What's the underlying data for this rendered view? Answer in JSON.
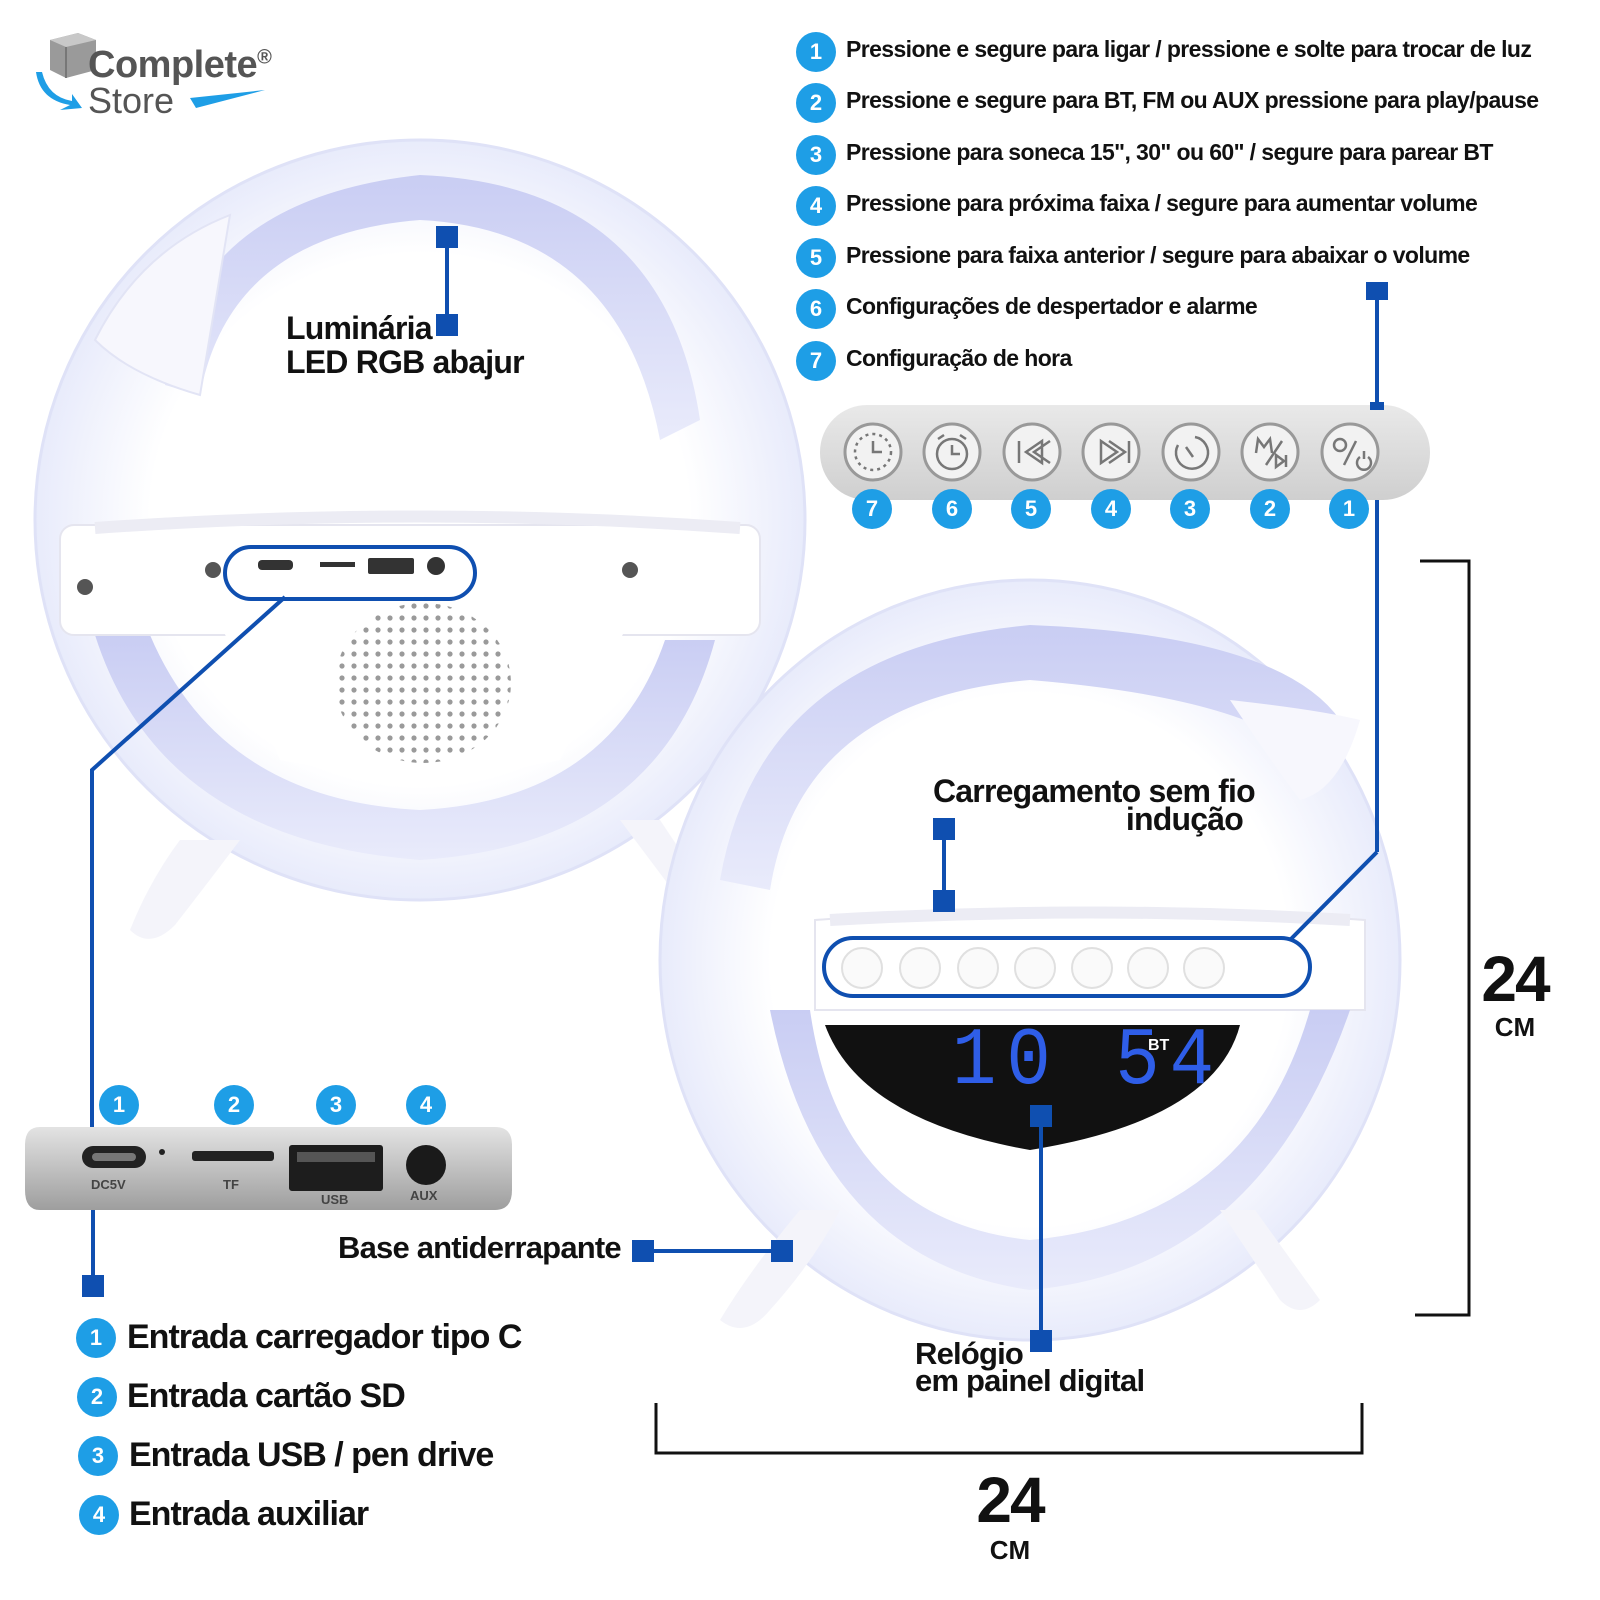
{
  "brand": {
    "name_line1": "Complete",
    "name_line2": "Store",
    "registered_mark": "®"
  },
  "colors": {
    "accent_blue": "#1e9ee6",
    "line_blue": "#0f4fb0",
    "display_blue": "#2f5ee8"
  },
  "button_instructions": [
    {
      "number": "1",
      "text": "Pressione e segure para ligar / pressione e solte para trocar de luz"
    },
    {
      "number": "2",
      "text": "Pressione e segure para BT, FM ou AUX pressione para play/pause"
    },
    {
      "number": "3",
      "text": "Pressione para soneca 15\", 30\" ou 60\" / segure para parear BT"
    },
    {
      "number": "4",
      "text": "Pressione para próxima faixa / segure para aumentar volume"
    },
    {
      "number": "5",
      "text": "Pressione para faixa anterior / segure para abaixar o volume"
    },
    {
      "number": "6",
      "text": "Configurações de despertador e alarme"
    },
    {
      "number": "7",
      "text": "Configuração de hora"
    }
  ],
  "button_panel": {
    "numbers": [
      "7",
      "6",
      "5",
      "4",
      "3",
      "2",
      "1"
    ],
    "icons": [
      "clock-icon",
      "alarm-clock-icon",
      "previous-track-icon",
      "next-track-icon",
      "snooze-timer-icon",
      "mode-play-pause-icon",
      "light-power-icon"
    ]
  },
  "callouts": {
    "lamp_line1": "Luminária",
    "lamp_line2": "LED RGB abajur",
    "wireless_line1": "Carregamento sem fio",
    "wireless_line2": "indução",
    "base": "Base antiderrapante",
    "clock_line1": "Relógio",
    "clock_line2": "em painel digital"
  },
  "ports_panel": {
    "numbers": [
      "1",
      "2",
      "3",
      "4"
    ],
    "port_labels": [
      "DC5V",
      "TF",
      "USB",
      "AUX"
    ]
  },
  "port_descriptions": [
    {
      "number": "1",
      "text": "Entrada carregador tipo C"
    },
    {
      "number": "2",
      "text": "Entrada cartão SD"
    },
    {
      "number": "3",
      "text": "Entrada USB / pen drive"
    },
    {
      "number": "4",
      "text": "Entrada auxiliar"
    }
  ],
  "display": {
    "time": "10 54",
    "indicator": "BT"
  },
  "dimensions": {
    "height_value": "24",
    "height_unit": "CM",
    "width_value": "24",
    "width_unit": "CM"
  }
}
